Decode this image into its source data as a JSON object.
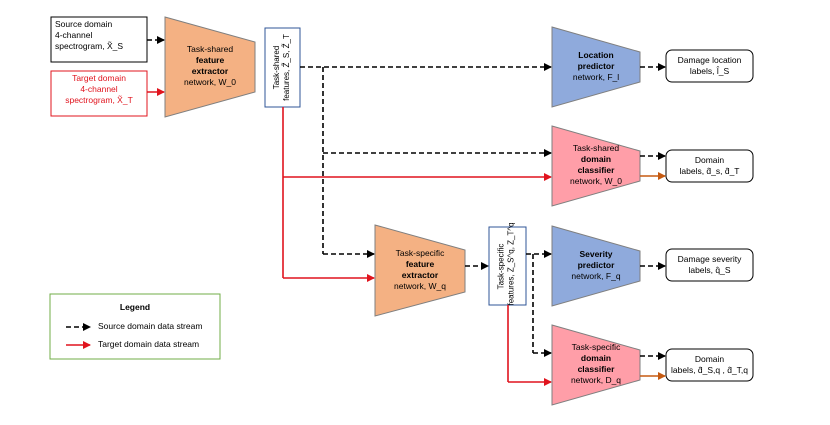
{
  "inputs": {
    "source": {
      "line1": "Source domain",
      "line2": "4-channel",
      "line3": "spectrogram, X̃_S"
    },
    "target": {
      "line1": "Target domain",
      "line2": "4-channel",
      "line3": "spectrogram, X̃_T"
    }
  },
  "shared_extractor": {
    "line1": "Task-shared",
    "line2": "feature",
    "line3": "extractor",
    "line4": "network, W_0"
  },
  "shared_features": {
    "line1": "Task-shared",
    "line2": "features, Z̃_S, Z̃_T"
  },
  "location_predictor": {
    "line1": "Location",
    "line2": "predictor",
    "line3": "network, F_l"
  },
  "shared_domain_classifier": {
    "line1": "Task-shared",
    "line2": "domain",
    "line3": "classifier",
    "line4": "network, W_0"
  },
  "specific_extractor": {
    "line1": "Task-specific",
    "line2": "feature",
    "line3": "extractor",
    "line4": "network, W_q"
  },
  "specific_features": {
    "line1": "Task-specific",
    "line2": "features, Z_S^q, Z_T^q"
  },
  "severity_predictor": {
    "line1": "Severity",
    "line2": "predictor",
    "line3": "network, F_q"
  },
  "specific_domain_classifier": {
    "line1": "Task-specific",
    "line2": "domain",
    "line3": "classifier",
    "line4": "network, D_q"
  },
  "outputs": {
    "location": {
      "line1": "Damage location",
      "line2": "labels, l̂_S"
    },
    "domain1": {
      "line1": "Domain",
      "line2": "labels, d̂_s, d̂_T"
    },
    "severity": {
      "line1": "Damage severity",
      "line2": "labels, q̂_S"
    },
    "domain2": {
      "line1": "Domain",
      "line2": "labels, d̂_S,q , d̂_T,q"
    }
  },
  "legend": {
    "title": "Legend",
    "source": "Source domain data stream",
    "target": "Target domain data stream"
  },
  "colors": {
    "extractor": "#f4b183",
    "predictor": "#8faadc",
    "classifier": "#ff9ea8",
    "target_stream": "#e0141e",
    "legend_border": "#70ad47",
    "orange_arrow": "#c55a11"
  }
}
